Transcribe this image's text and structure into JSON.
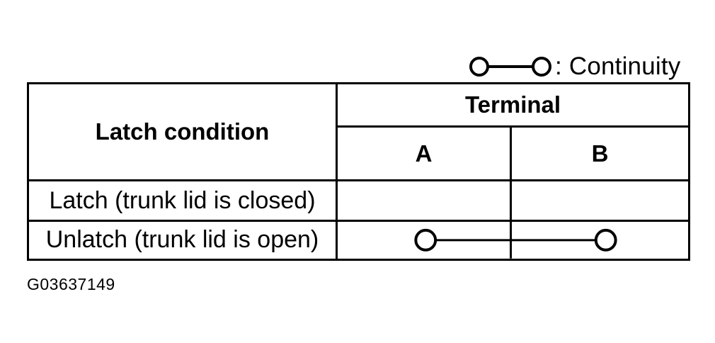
{
  "legend": {
    "symbol_icon": "continuity-symbol-icon",
    "text": ": Continuity"
  },
  "table": {
    "corner_header": "Latch condition",
    "terminal_header": "Terminal",
    "terminals": [
      "A",
      "B"
    ],
    "rows": [
      {
        "condition": "Latch (trunk lid is closed)",
        "continuity_A_B": false
      },
      {
        "condition": "Unlatch (trunk lid is open)",
        "continuity_A_B": true
      }
    ]
  },
  "figure_id": "G03637149",
  "colors": {
    "line": "#000000",
    "background": "#ffffff"
  }
}
